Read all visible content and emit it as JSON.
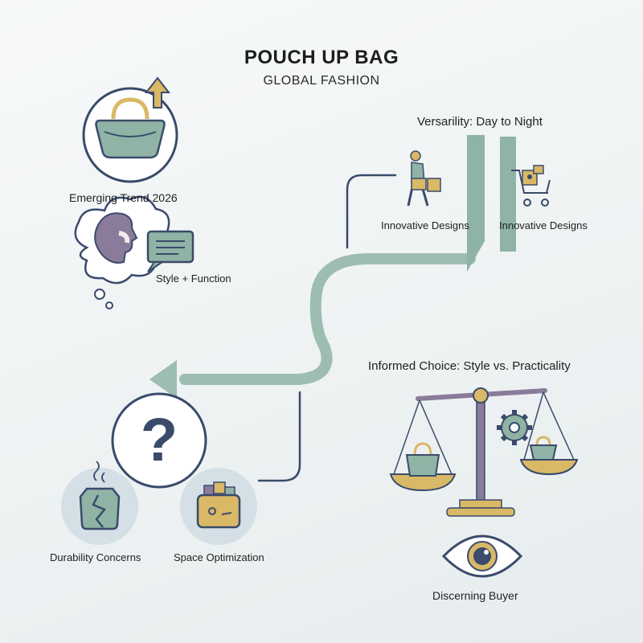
{
  "header": {
    "title": "POUCH UP BAG",
    "subtitle": "GLOBAL FASHION"
  },
  "left_column": {
    "trend_label": "Emerging Trend 2026",
    "thought_label": "Style + Function",
    "question_mark": "?",
    "durability_label": "Durability Concerns",
    "space_label": "Space Optimization"
  },
  "right_column": {
    "versatility_heading": "Versarility: Day to Night",
    "innovative_label_1": "Innovative Designs",
    "innovative_label_2": "Innovative Designs",
    "choice_heading": "Informed Choice: Style vs. Practicality",
    "buyer_label": "Discerning Buyer"
  },
  "colors": {
    "sage": "#8fb3a4",
    "sage_dark": "#6f9a88",
    "navy": "#3a4b6b",
    "gold": "#d9b866",
    "purple": "#8a7b9a",
    "path": "#9dbdb0"
  }
}
